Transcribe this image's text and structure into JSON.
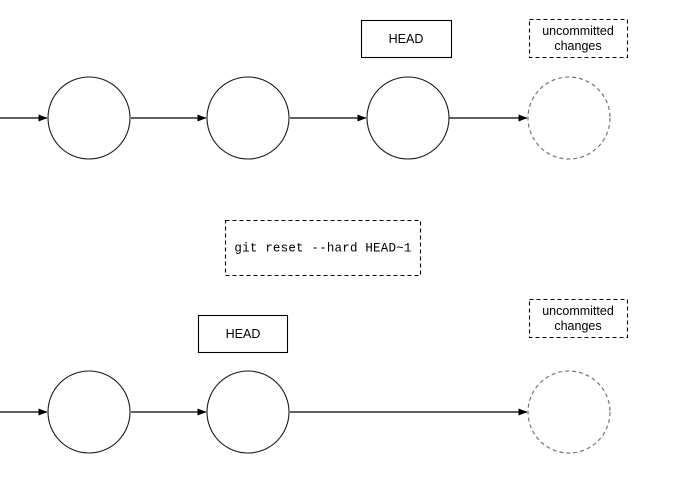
{
  "diagram": {
    "title": "git reset --hard HEAD~1",
    "background_color": "#ffffff",
    "stroke_color": "#000000",
    "ghost_stroke_color": "#777777",
    "command": {
      "text": "git reset --hard HEAD~1"
    },
    "rows": [
      {
        "id": "before",
        "commits": [
          {
            "id": "c1",
            "label": "",
            "style": "solid"
          },
          {
            "id": "c2",
            "label": "",
            "style": "solid"
          },
          {
            "id": "c3",
            "label": "",
            "style": "solid"
          },
          {
            "id": "c4",
            "label": "",
            "style": "dashed"
          }
        ],
        "head_label": "HEAD",
        "head_on_commit": "c3",
        "uncommitted_label": "uncommitted\nchanges",
        "uncommitted_line1": "uncommitted",
        "uncommitted_line2": "changes"
      },
      {
        "id": "after",
        "commits": [
          {
            "id": "c1",
            "label": "",
            "style": "solid"
          },
          {
            "id": "c2",
            "label": "",
            "style": "solid"
          },
          {
            "id": "c4",
            "label": "",
            "style": "dashed"
          }
        ],
        "head_label": "HEAD",
        "head_on_commit": "c2",
        "uncommitted_label": "uncommitted\nchanges",
        "uncommitted_line1": "uncommitted",
        "uncommitted_line2": "changes"
      }
    ]
  }
}
